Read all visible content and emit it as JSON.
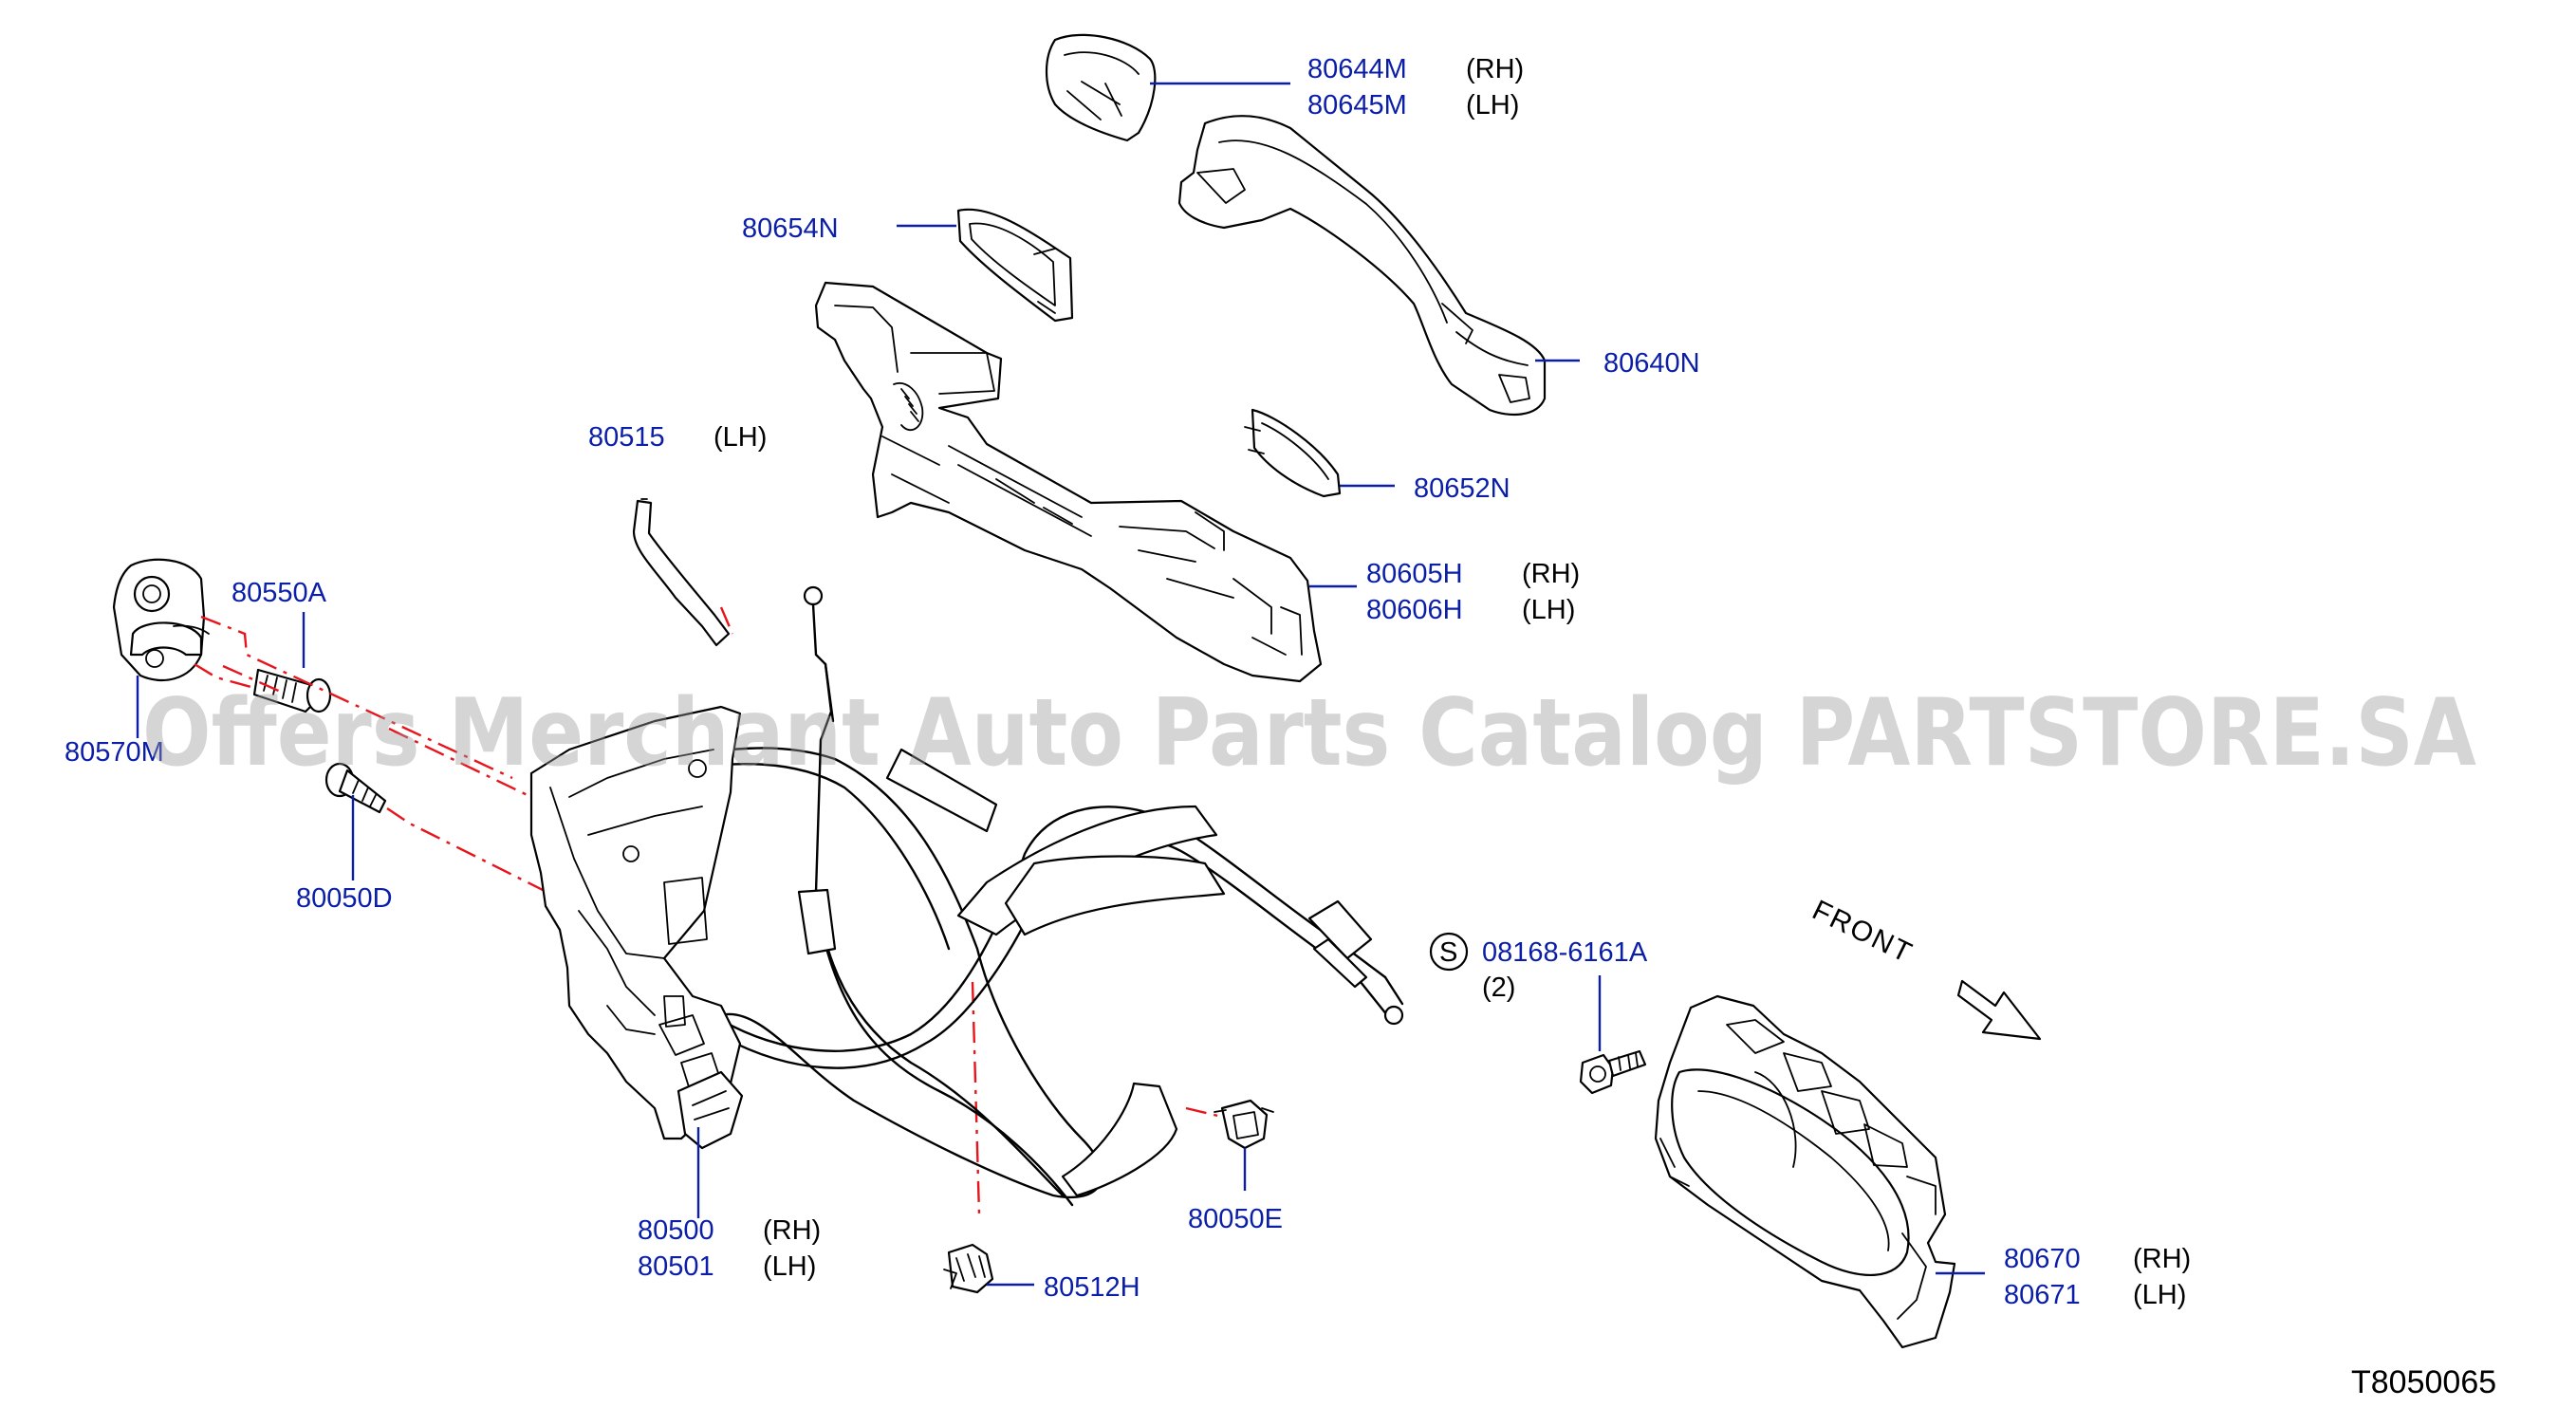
{
  "colors": {
    "callout": "#0b1ea8",
    "guide_line": "#e8141c",
    "linework": "#000000",
    "watermark": "#9a9a9a"
  },
  "watermark": "Offers Merchant Auto Parts Catalog PARTSTORE.SA",
  "diagram_code": "T8050065",
  "front_label": "FRONT",
  "callouts": {
    "c80644": {
      "part_rh": "80644M",
      "side_rh": "(RH)",
      "part_lh": "80645M",
      "side_lh": "(LH)"
    },
    "c80654": {
      "part": "80654N"
    },
    "c80640": {
      "part": "80640N"
    },
    "c80515": {
      "part": "80515",
      "side": "(LH)"
    },
    "c80652": {
      "part": "80652N"
    },
    "c80550": {
      "part": "80550A"
    },
    "c80605": {
      "part_rh": "80605H",
      "side_rh": "(RH)",
      "part_lh": "80606H",
      "side_lh": "(LH)"
    },
    "c80570": {
      "part": "80570M"
    },
    "c80050d": {
      "part": "80050D"
    },
    "c08168": {
      "symbol": "S",
      "part": "08168-6161A",
      "qty": "(2)"
    },
    "c80500": {
      "part_rh": "80500",
      "side_rh": "(RH)",
      "part_lh": "80501",
      "side_lh": "(LH)"
    },
    "c80050e": {
      "part": "80050E"
    },
    "c80512": {
      "part": "80512H"
    },
    "c80670": {
      "part_rh": "80670",
      "side_rh": "(RH)",
      "part_lh": "80671",
      "side_lh": "(LH)"
    }
  }
}
